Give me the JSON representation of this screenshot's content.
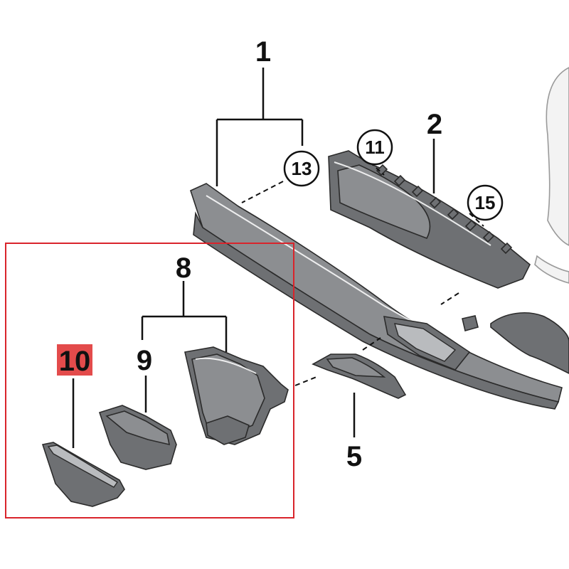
{
  "callouts": {
    "c1": "1",
    "c2": "2",
    "c5": "5",
    "c8": "8",
    "c9": "9",
    "c10": "10",
    "c11": "11",
    "c13": "13",
    "c15": "15"
  },
  "colors": {
    "highlight_box": "#d9242b",
    "highlight_label_bg": "#e34b4b",
    "part_dark": "#6e7073",
    "part_light": "#b9bbbe"
  },
  "highlighted_part": "10"
}
